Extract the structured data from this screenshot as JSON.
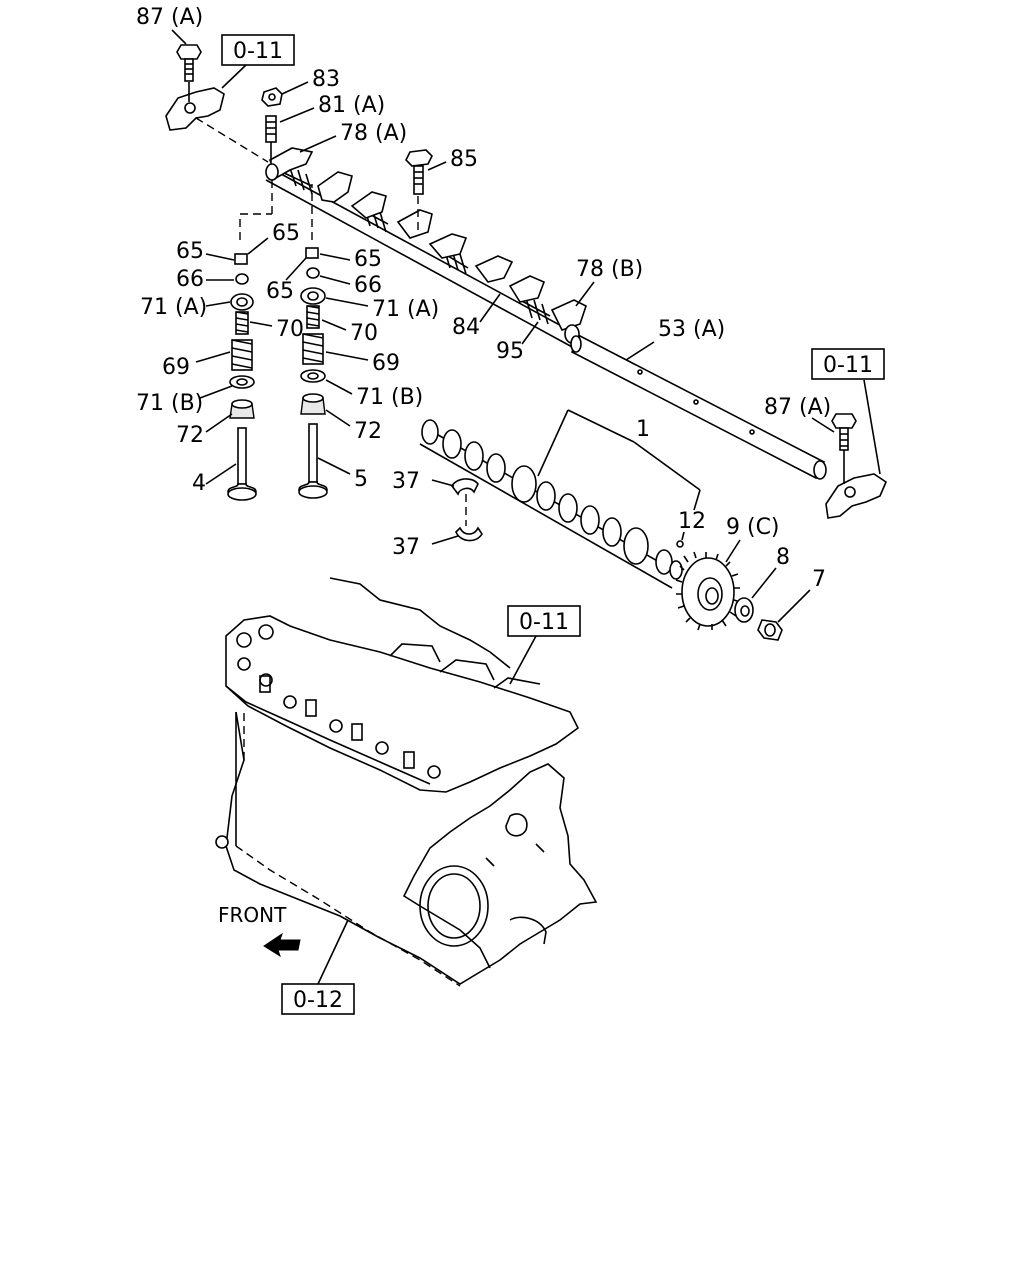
{
  "callouts": {
    "c87a_top": "87 (A)",
    "c83": "83",
    "c81a": "81 (A)",
    "c78a": "78 (A)",
    "c85": "85",
    "c65_l1": "65",
    "c65_l2": "65",
    "c65_r1": "65",
    "c65_r2": "65",
    "c66_l": "66",
    "c66_r": "66",
    "c71a_l": "71 (A)",
    "c71a_r": "71 (A)",
    "c70_l": "70",
    "c70_r": "70",
    "c69_l": "69",
    "c69_r": "69",
    "c71b_l": "71 (B)",
    "c71b_r": "71 (B)",
    "c72_l": "72",
    "c72_r": "72",
    "c4": "4",
    "c5": "5",
    "c78b": "78 (B)",
    "c53a": "53 (A)",
    "c84": "84",
    "c95": "95",
    "c87a_right": "87 (A)",
    "c1": "1",
    "c12": "12",
    "c9c": "9 (C)",
    "c8": "8",
    "c7": "7",
    "c37_top": "37",
    "c37_bot": "37"
  },
  "refs": {
    "ref_top_left": "0-11",
    "ref_right": "0-11",
    "ref_center": "0-11",
    "ref_bottom": "0-12"
  },
  "front_label": "FRONT",
  "icons": {
    "front_arrow": "front-arrow-icon"
  }
}
